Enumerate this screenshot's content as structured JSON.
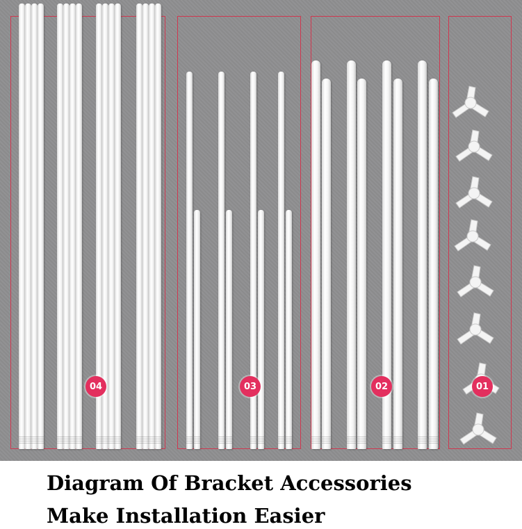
{
  "image": {
    "background_color": "#8f8f91",
    "frame_color": "#d0374f",
    "badge_color": "#e32f5e"
  },
  "groups": [
    {
      "label": "04",
      "item": "long-rods"
    },
    {
      "label": "03",
      "item": "short-rods"
    },
    {
      "label": "02",
      "item": "thick-rods"
    },
    {
      "label": "01",
      "item": "three-way-connectors",
      "count": 8
    }
  ],
  "caption": {
    "line1": "Diagram Of Bracket Accessories",
    "line2": "Make Installation Easier"
  }
}
